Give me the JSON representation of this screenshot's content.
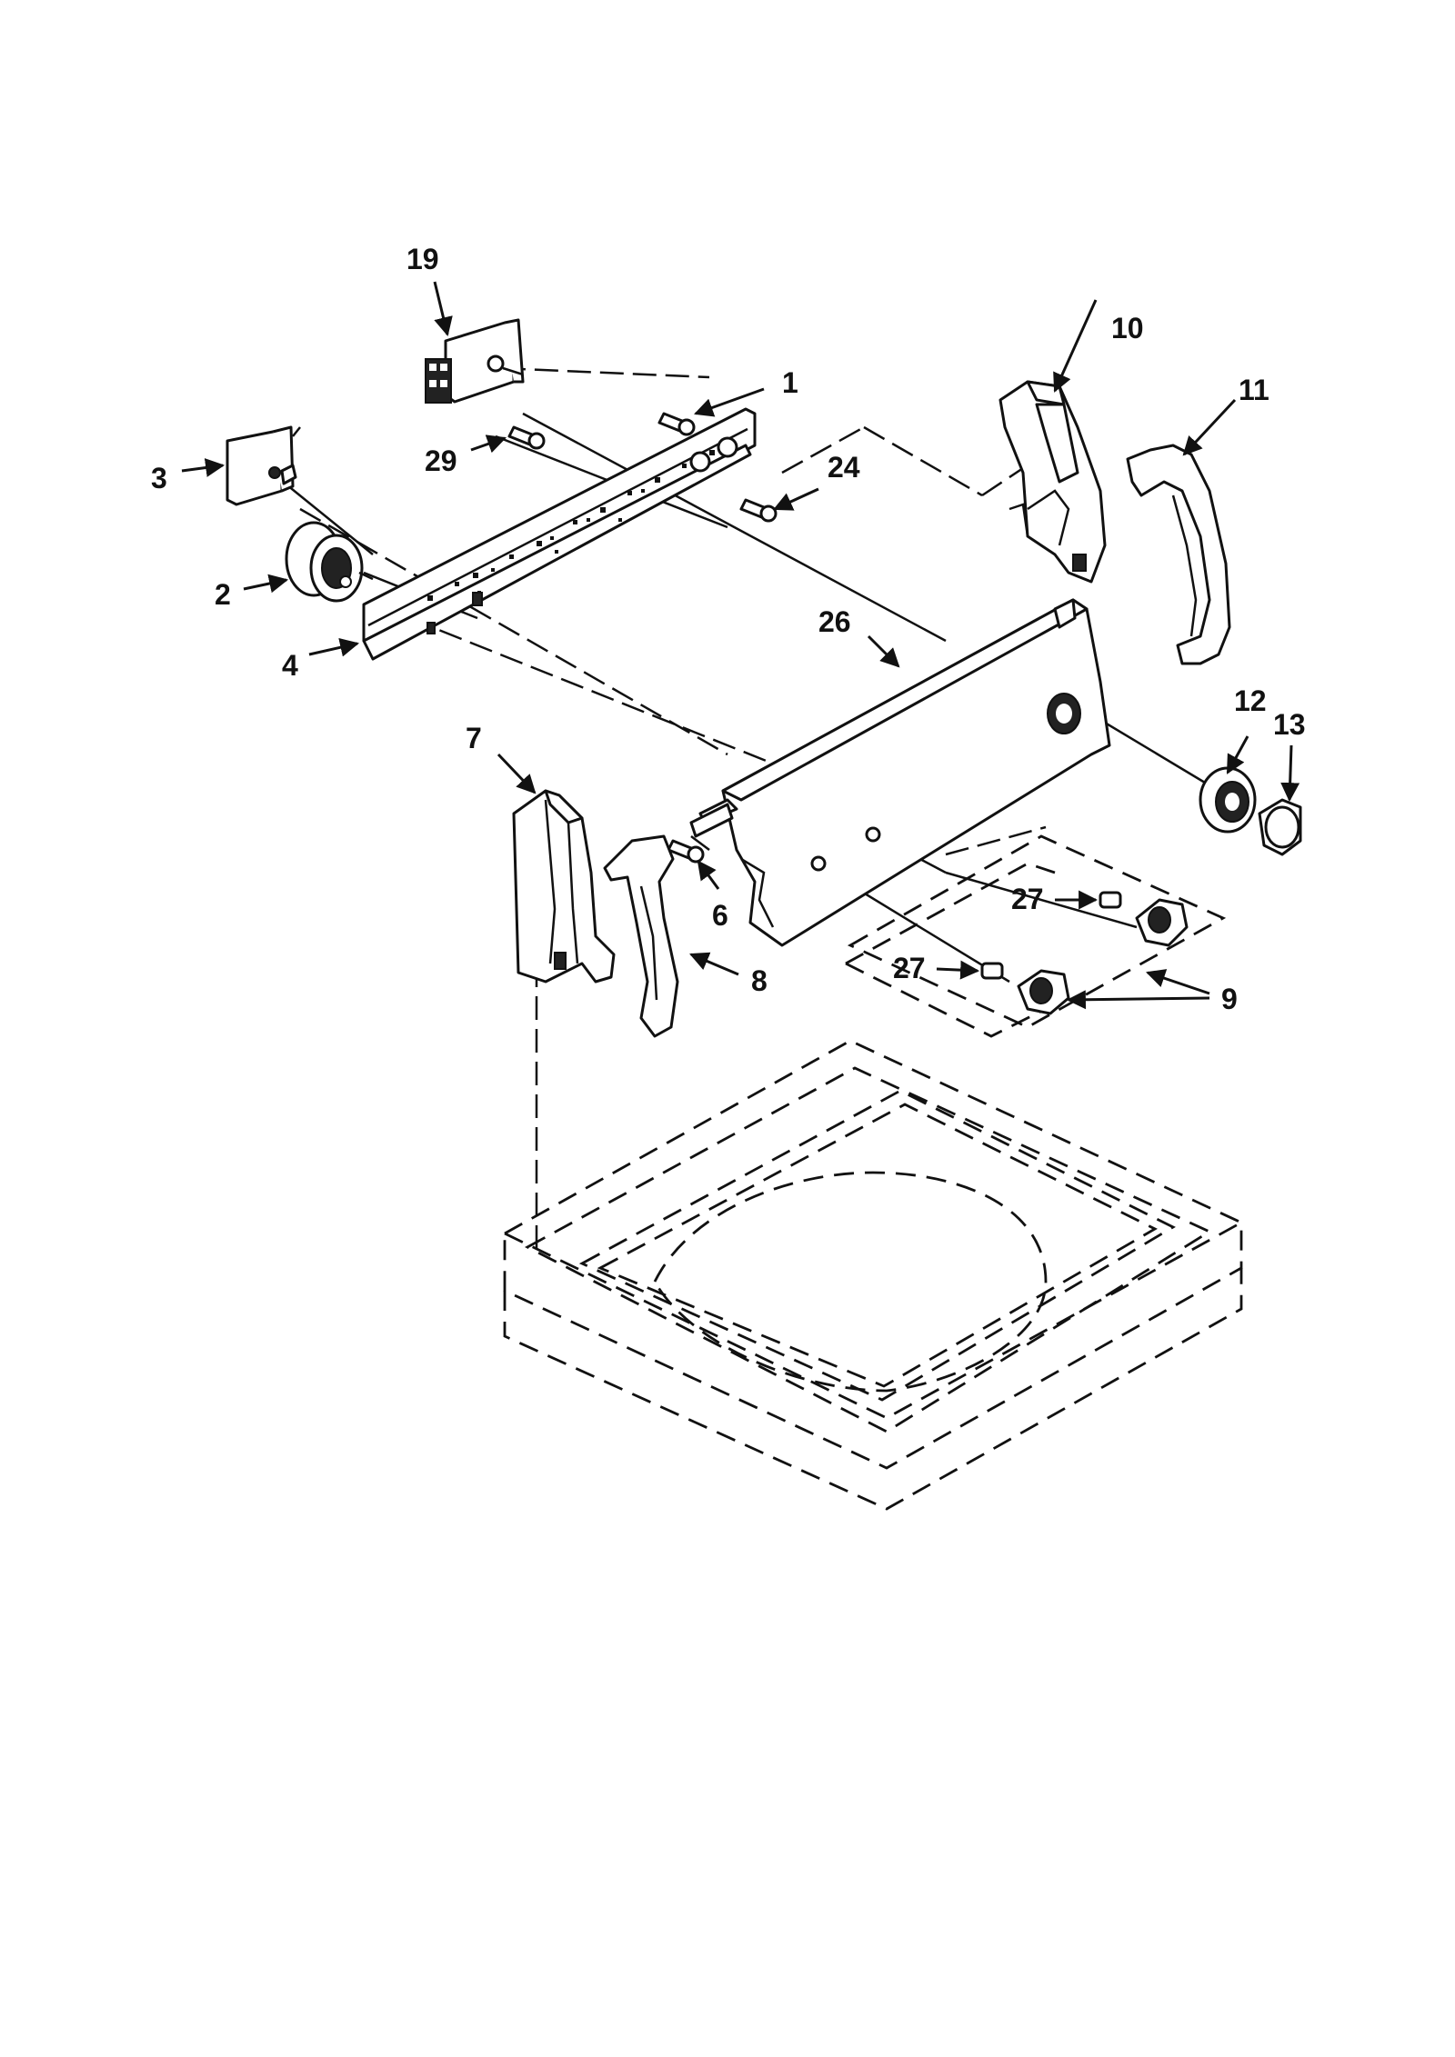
{
  "callouts": [
    {
      "id": "p19",
      "label": "19"
    },
    {
      "id": "p1",
      "label": "1"
    },
    {
      "id": "p10",
      "label": "10"
    },
    {
      "id": "p11",
      "label": "11"
    },
    {
      "id": "p3",
      "label": "3"
    },
    {
      "id": "p29",
      "label": "29"
    },
    {
      "id": "p24",
      "label": "24"
    },
    {
      "id": "p2",
      "label": "2"
    },
    {
      "id": "p4",
      "label": "4"
    },
    {
      "id": "p26",
      "label": "26"
    },
    {
      "id": "p12",
      "label": "12"
    },
    {
      "id": "p13",
      "label": "13"
    },
    {
      "id": "p7",
      "label": "7"
    },
    {
      "id": "p6",
      "label": "6"
    },
    {
      "id": "p8",
      "label": "8"
    },
    {
      "id": "p27a",
      "label": "27"
    },
    {
      "id": "p27b",
      "label": "27"
    },
    {
      "id": "p9",
      "label": "9"
    }
  ]
}
